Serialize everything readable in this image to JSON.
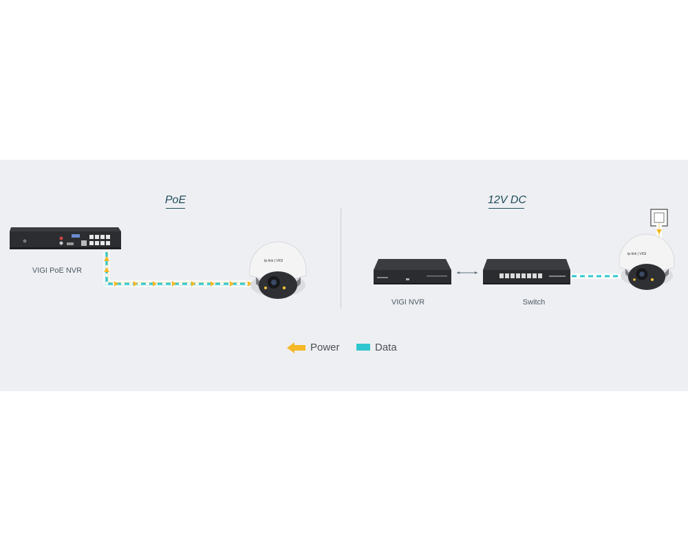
{
  "left_section": {
    "title": "PoE",
    "device_label": "VIGI PoE NVR"
  },
  "right_section": {
    "title": "12V DC",
    "nvr_label": "VIGI NVR",
    "switch_label": "Switch"
  },
  "legend": {
    "power_label": "Power",
    "data_label": "Data"
  },
  "colors": {
    "background": "#eeeff3",
    "power": "#f5b827",
    "data": "#2fc6cf",
    "title": "#1d4b58",
    "device_dark": "#2b2d30"
  },
  "icons": {
    "power": "arrow-left-icon",
    "data": "data-bar-icon",
    "camera": "dome-camera-icon",
    "outlet": "power-outlet-icon"
  }
}
